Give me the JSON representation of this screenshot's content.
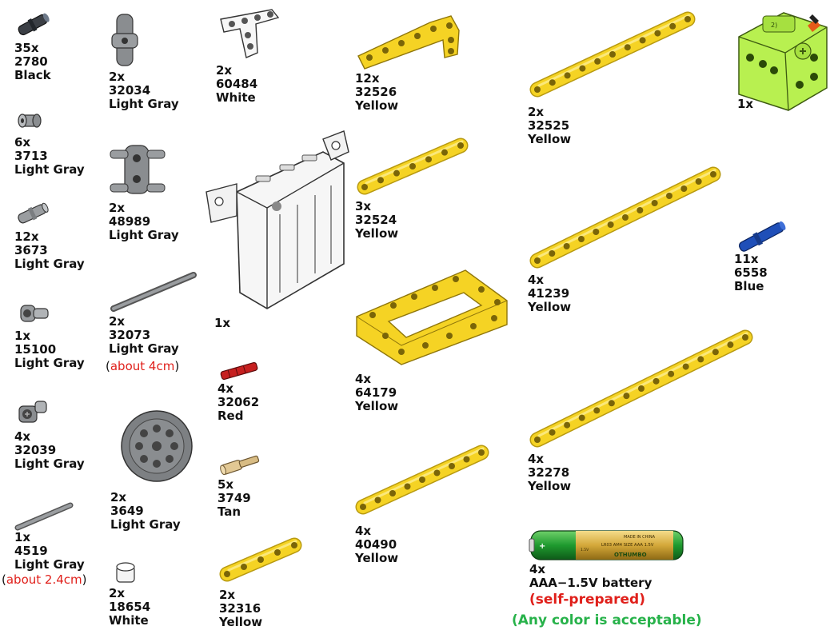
{
  "parts": [
    {
      "id": "p2780",
      "qty": "35x",
      "num": "2780",
      "color": "Black"
    },
    {
      "id": "p3713",
      "qty": "6x",
      "num": "3713",
      "color": "Light Gray"
    },
    {
      "id": "p3673",
      "qty": "12x",
      "num": "3673",
      "color": "Light Gray"
    },
    {
      "id": "p15100",
      "qty": "1x",
      "num": "15100",
      "color": "Light Gray"
    },
    {
      "id": "p32039",
      "qty": "4x",
      "num": "32039",
      "color": "Light Gray"
    },
    {
      "id": "p4519",
      "qty": "1x",
      "num": "4519",
      "color": "Light Gray",
      "note_open": "(",
      "note": "about 2.4cm",
      "note_close": ")"
    },
    {
      "id": "p32034",
      "qty": "2x",
      "num": "32034",
      "color": "Light Gray"
    },
    {
      "id": "p48989",
      "qty": "2x",
      "num": "48989",
      "color": "Light Gray"
    },
    {
      "id": "p32073",
      "qty": "2x",
      "num": "32073",
      "color": "Light Gray",
      "note_open": "(",
      "note": "about 4cm",
      "note_close": ")"
    },
    {
      "id": "p3649",
      "qty": "2x",
      "num": "3649",
      "color": "Light Gray"
    },
    {
      "id": "p18654",
      "qty": "2x",
      "num": "18654",
      "color": "White"
    },
    {
      "id": "p60484",
      "qty": "2x",
      "num": "60484",
      "color": "White"
    },
    {
      "id": "pbox",
      "qty": "1x"
    },
    {
      "id": "p32062",
      "qty": "4x",
      "num": "32062",
      "color": "Red"
    },
    {
      "id": "p3749",
      "qty": "5x",
      "num": "3749",
      "color": "Tan"
    },
    {
      "id": "p32316",
      "qty": "2x",
      "num": "32316",
      "color": "Yellow"
    },
    {
      "id": "p32526",
      "qty": "12x",
      "num": "32526",
      "color": "Yellow"
    },
    {
      "id": "p32524",
      "qty": "3x",
      "num": "32524",
      "color": "Yellow"
    },
    {
      "id": "p64179",
      "qty": "4x",
      "num": "64179",
      "color": "Yellow"
    },
    {
      "id": "p40490",
      "qty": "4x",
      "num": "40490",
      "color": "Yellow"
    },
    {
      "id": "p32525",
      "qty": "2x",
      "num": "32525",
      "color": "Yellow"
    },
    {
      "id": "p41239",
      "qty": "4x",
      "num": "41239",
      "color": "Yellow"
    },
    {
      "id": "p32278",
      "qty": "4x",
      "num": "32278",
      "color": "Yellow"
    },
    {
      "id": "pmotor",
      "qty": "1x"
    },
    {
      "id": "p6558",
      "qty": "11x",
      "num": "6558",
      "color": "Blue"
    }
  ],
  "battery": {
    "qty": "4x",
    "title": "AAA−1.5V battery",
    "self": "(self-prepared)",
    "any": "(Any color is acceptable)",
    "print_brand": "OTHUMBO",
    "print_size": "LR03 AM4 SIZE AAA 1.5V",
    "print_made": "MADE IN CHINA",
    "print_volt": "1.5V"
  },
  "colors": {
    "yellow": "#f5d324",
    "yellow_edge": "#b89a10",
    "gray": "#8a8d90",
    "lime": "#b8f050",
    "red_note": "#e0201b",
    "green_note": "#27b24a"
  }
}
